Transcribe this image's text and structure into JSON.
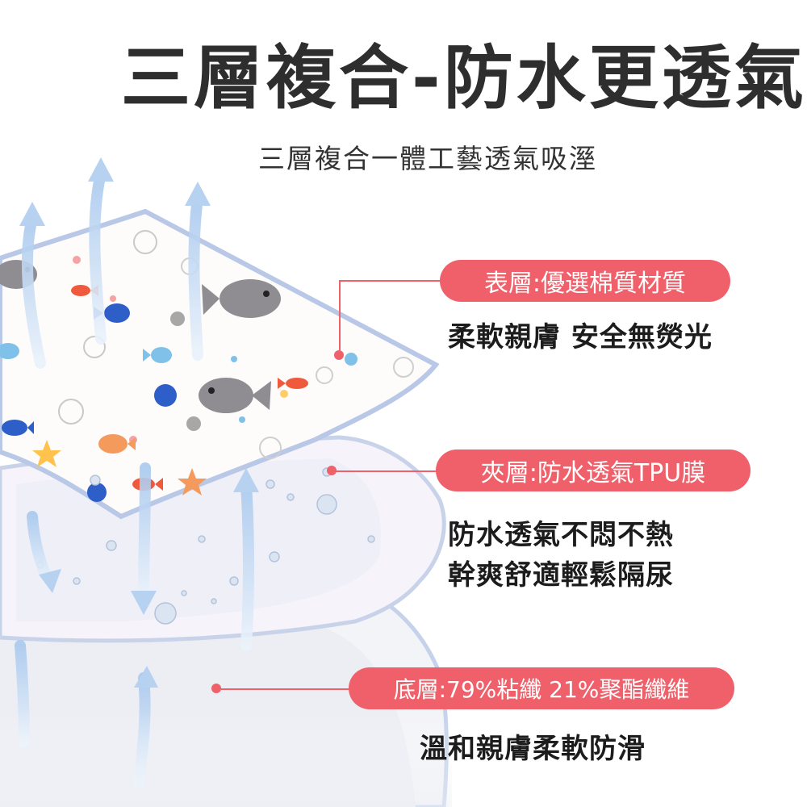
{
  "header": {
    "title": "三層複合-防水更透氣",
    "subtitle": "三層複合一體工藝透氣吸溼"
  },
  "layers": [
    {
      "label": "表層:優選棉質材質",
      "lines": [
        "柔軟親膚 安全無熒光"
      ]
    },
    {
      "label": "夾層:防水透氣TPU膜",
      "lines": [
        "防水透氣不悶不熱",
        "幹爽舒適輕鬆隔尿"
      ]
    },
    {
      "label": "底層:79%粘纖 21%聚酯纖維",
      "lines": [
        "溫和親膚柔軟防滑"
      ]
    }
  ],
  "colors": {
    "accent": "#f0606a",
    "title_text": "#2e2e2e",
    "pad_border": "#b8c8e6"
  },
  "illustration": {
    "layers": [
      "cotton-fish-print-layer",
      "waterproof-tpu-membrane-layer",
      "bottom-fiber-layer"
    ],
    "icons": [
      "air-flow-arrow-icon",
      "fish-icon",
      "starfish-icon",
      "water-droplet-icon"
    ]
  }
}
